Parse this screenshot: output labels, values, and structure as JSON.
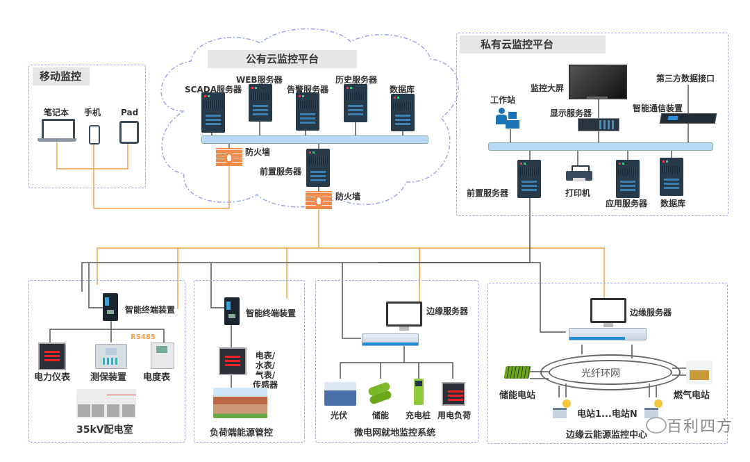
{
  "mobile": {
    "title": "移动监控",
    "devices": [
      {
        "label": "笔记本",
        "icon": "laptop-icon"
      },
      {
        "label": "手机",
        "icon": "phone-icon"
      },
      {
        "label": "Pad",
        "icon": "tablet-icon"
      }
    ]
  },
  "public_cloud": {
    "title": "公有云监控平台",
    "servers": [
      {
        "label": "SCADA服务器"
      },
      {
        "label": "WEB服务器"
      },
      {
        "label": "告警服务器"
      },
      {
        "label": "历史服务器"
      },
      {
        "label": "数据库"
      }
    ],
    "firewall1": "防火墙",
    "front_server": "前置服务器",
    "firewall2": "防火墙"
  },
  "private_cloud": {
    "title": "私有云监控平台",
    "workstation": "工作站",
    "big_screen": "监控大屏",
    "display_server": "显示服务器",
    "third_party": "第三方数据接口",
    "comm_device": "智能通信装置",
    "front_server": "前置服务器",
    "printer": "打印机",
    "app_server": "应用服务器",
    "database": "数据库"
  },
  "substation": {
    "title": "35kV配电室",
    "terminal": "智能终端装置",
    "protocol": "RS485",
    "devices": [
      "电力仪表",
      "测保装置",
      "电度表"
    ]
  },
  "load_side": {
    "title": "负荷端能源管控",
    "terminal": "智能终端装置",
    "meters": "电表/水表/气表/传感器"
  },
  "microgrid": {
    "title": "微电网就地监控系统",
    "edge_server": "边缘服务器",
    "devices": [
      "光伏",
      "储能",
      "充电桩",
      "用电负荷"
    ]
  },
  "edge_cloud": {
    "title": "边缘云能源监控中心",
    "edge_server": "边缘服务器",
    "ring": "光纤环网",
    "storage_station": "储能电站",
    "gas_station": "燃气电站",
    "stations": "电站1...电站N"
  },
  "watermark": "百利四方",
  "colors": {
    "orange_link": "#f5a04a",
    "dark_link": "#555555",
    "bus": "#b9d8f5",
    "border": "#9aa3f0"
  }
}
